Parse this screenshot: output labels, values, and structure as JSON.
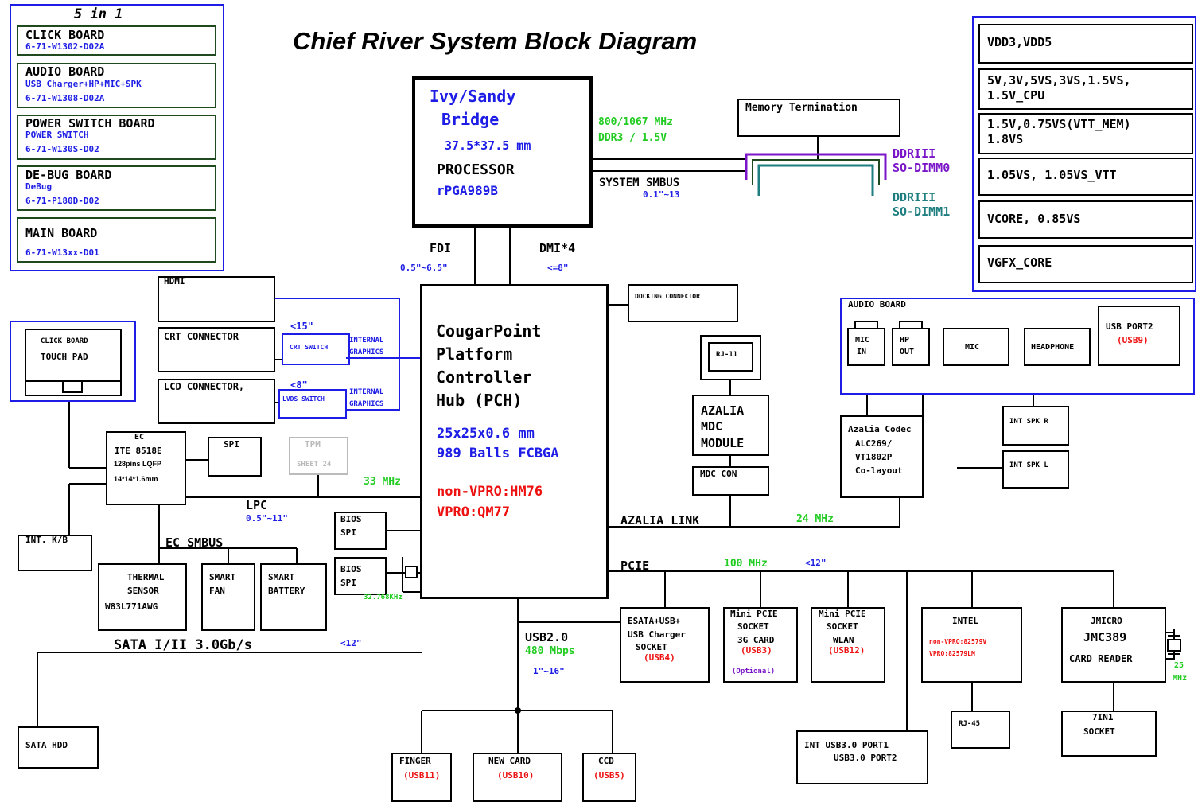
{
  "title": "Chief River System Block Diagram",
  "boards": {
    "heading": "5 in 1",
    "items": [
      {
        "name": "CLICK BOARD",
        "sub": "6-71-W1302-D02A"
      },
      {
        "name": "AUDIO BOARD",
        "sub": "USB Charger+HP+MIC+SPK",
        "sub2": "6-71-W1308-D02A"
      },
      {
        "name": "POWER SWITCH BOARD",
        "sub": "POWER SWITCH",
        "sub2": "6-71-W130S-D02"
      },
      {
        "name": "DE-BUG BOARD",
        "sub": "DeBug",
        "sub2": "6-71-P180D-D02"
      },
      {
        "name": "MAIN BOARD",
        "sub": "6-71-W13xx-D01"
      }
    ]
  },
  "power": [
    "VDD3,VDD5",
    "5V,3V,5VS,3VS,1.5VS,",
    "1.5V_CPU",
    "1.5V,0.75VS(VTT_MEM)",
    "1.8VS",
    "1.05VS, 1.05VS_VTT",
    "VCORE, 0.85VS",
    "VGFX_CORE"
  ],
  "cpu": {
    "l1": "Ivy/Sandy",
    "l2": "Bridge",
    "l3": "37.5*37.5 mm",
    "l4": "PROCESSOR",
    "l5": "rPGA989B"
  },
  "mem": {
    "freq": "800/1067 MHz",
    "ddr": "DDR3 / 1.5V",
    "smbus": "SYSTEM SMBUS",
    "smbus_len": "0.1\"~13",
    "term": "Memory Termination",
    "dimm0a": "DDRIII",
    "dimm0b": "SO-DIMM0",
    "dimm1a": "DDRIII",
    "dimm1b": "SO-DIMM1"
  },
  "fdi": {
    "label": "FDI",
    "len": "0.5\"~6.5\""
  },
  "dmi": {
    "label": "DMI*4",
    "len": "<=8\""
  },
  "pch": {
    "l1": "CougarPoint",
    "l2": "Platform",
    "l3": "Controller",
    "l4": "Hub (PCH)",
    "l5": "25x25x0.6 mm",
    "l6": "989 Balls FCBGA",
    "l7": "non-VPRO:HM76",
    "l8": "VPRO:QM77"
  },
  "display": {
    "hdmi": "HDMI",
    "crt": "CRT CONNECTOR",
    "lcd": "LCD CONNECTOR,",
    "crt_len": "<15\"",
    "lcd_len": "<8\"",
    "crt_switch": "CRT SWITCH",
    "lvds_switch": "LVDS SWITCH",
    "internal": "INTERNAL",
    "graphics": "GRAPHICS"
  },
  "docking": "DOCKING CONNECTOR",
  "touchpad": {
    "l1": "CLICK BOARD",
    "l2": "TOUCH PAD"
  },
  "ec": {
    "l1": "EC",
    "l2": "ITE 8518E",
    "l3": "128pins LQFP",
    "l4": "14*14*1.6mm"
  },
  "spi": "SPI",
  "tpm": {
    "l1": "TPM",
    "l2": "SHEET 24"
  },
  "lpc": {
    "freq": "33 MHz",
    "label": "LPC",
    "len": "0.5\"~11\""
  },
  "kb": "INT. K/B",
  "ec_smbus": "EC SMBUS",
  "thermal": {
    "l1": "THERMAL",
    "l2": "SENSOR",
    "l3": "W83L771AWG"
  },
  "fan": {
    "l1": "SMART",
    "l2": "FAN"
  },
  "battery": {
    "l1": "SMART",
    "l2": "BATTERY"
  },
  "bios1": {
    "l1": "BIOS",
    "l2": "SPI"
  },
  "bios2": {
    "l1": "BIOS",
    "l2": "SPI"
  },
  "crystal": "32.768KHz",
  "sata": {
    "label": "SATA I/II 3.0Gb/s",
    "len": "<12\"",
    "hdd": "SATA HDD"
  },
  "rj11": "RJ-11",
  "mdc": {
    "l1": "AZALIA",
    "l2": "MDC",
    "l3": "MODULE",
    "con": "MDC CON"
  },
  "azalia_link": {
    "label": "AZALIA LINK",
    "freq": "24 MHz"
  },
  "audio": {
    "heading": "AUDIO BOARD",
    "mic_in_a": "MIC",
    "mic_in_b": "IN",
    "hp_a": "HP",
    "hp_b": "OUT",
    "mic": "MIC",
    "headphone": "HEADPHONE",
    "usb_port2": "USB PORT2",
    "usb9": "(USB9)"
  },
  "codec": {
    "l1": "Azalia Codec",
    "l2": "ALC269/",
    "l3": "VT1802P",
    "l4": "Co-layout"
  },
  "spk": {
    "r": "INT SPK R",
    "l": "INT SPK L"
  },
  "pcie": {
    "label": "PCIE",
    "freq": "100 MHz",
    "len": "<12\""
  },
  "esata": {
    "l1": "ESATA+USB+",
    "l2": "USB Charger",
    "l3": "SOCKET",
    "l4": "(USB4)"
  },
  "mpcie3g": {
    "l1": "Mini PCIE",
    "l2": "SOCKET",
    "l3": "3G CARD",
    "l4": "(USB3)",
    "l5": "(Optional)"
  },
  "mpciewlan": {
    "l1": "Mini PCIE",
    "l2": "SOCKET",
    "l3": "WLAN",
    "l4": "(USB12)"
  },
  "intel": {
    "l1": "INTEL",
    "l2": "non-VPRO:82579V",
    "l3": "VPRO:82579LM",
    "rj45": "RJ-45"
  },
  "jmicro": {
    "l1": "JMICRO",
    "l2": "JMC389",
    "l3": "CARD READER",
    "freq_a": "25",
    "freq_b": "MHz",
    "socket_a": "7IN1",
    "socket_b": "SOCKET"
  },
  "usb2": {
    "label": "USB2.0",
    "speed": "480 Mbps",
    "len": "1\"~16\""
  },
  "usb3": {
    "l1": "INT USB3.0 PORT1",
    "l2": "USB3.0 PORT2"
  },
  "finger": {
    "l1": "FINGER",
    "l2": "(USB11)"
  },
  "newcard": {
    "l1": "NEW CARD",
    "l2": "(USB10)"
  },
  "ccd": {
    "l1": "CCD",
    "l2": "(USB5)"
  }
}
